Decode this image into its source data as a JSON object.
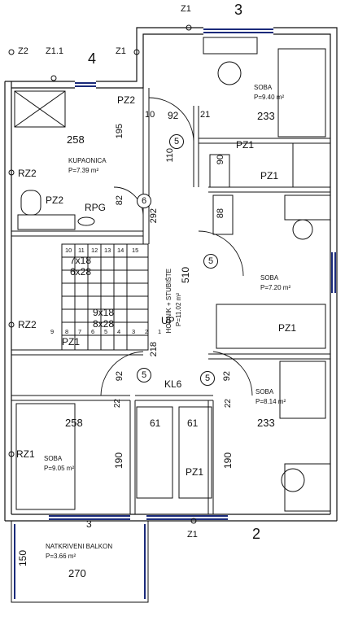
{
  "axes": {
    "top_z1": "Z1",
    "left_z2": "Z2",
    "z11": "Z1.1",
    "z1_mid": "Z1",
    "bottom_z1": "Z1"
  },
  "sections": {
    "top": "3",
    "left": "4",
    "bottom_right": "2",
    "bottom_left": "3"
  },
  "rooms": {
    "kupaonica": {
      "name": "KUPAONICA",
      "area": "P=7.39 m²"
    },
    "soba_top": {
      "name": "SOBA",
      "area": "P=9.40 m²"
    },
    "soba_mid": {
      "name": "SOBA",
      "area": "P=7.20 m²"
    },
    "soba_br": {
      "name": "SOBA",
      "area": "P=8.14 m²"
    },
    "soba_bl": {
      "name": "SOBA",
      "area": "P=9.05 m²"
    },
    "hodnik": {
      "name": "HODNIK + STUBIŠTE",
      "area": "P=11.02 m²"
    },
    "balkon": {
      "name": "NATKRIVENI BALKON",
      "area": "P=3.66 m²"
    }
  },
  "dims": {
    "d258_top": "258",
    "d233_top": "233",
    "d92_a": "92",
    "d10": "10",
    "d21": "21",
    "d195": "195",
    "d110": "110",
    "d90": "90",
    "d82": "82",
    "d292": "292",
    "d88": "88",
    "d510": "510",
    "d218": "218",
    "d92_b": "92",
    "d92_c": "92",
    "d22_l": "22",
    "d22_r": "22",
    "d61_l": "61",
    "d61_r": "61",
    "d258_bot": "258",
    "d233_bot": "233",
    "d190_l": "190",
    "d190_r": "190",
    "d150": "150",
    "d270": "270"
  },
  "tags": {
    "pz2_top": "PZ2",
    "pz2_mid": "PZ2",
    "rpg": "RPG",
    "pz1_a": "PZ1",
    "pz1_b": "PZ1",
    "pz1_c": "PZ1",
    "pz1_d": "PZ1",
    "pz1_e": "PZ1",
    "rz2_a": "RZ2",
    "rz2_b": "RZ2",
    "rz1": "RZ1",
    "kl6": "KL6",
    "up": "UP"
  },
  "door_marks": {
    "m5_top": "5",
    "m6": "6",
    "m5_mid": "5",
    "m5_hall": "5",
    "m5_right": "5"
  },
  "stairs": {
    "top_numbers": [
      "10",
      "11",
      "12",
      "13",
      "14",
      "15"
    ],
    "bottom_numbers": [
      "9",
      "8",
      "7",
      "6",
      "5",
      "4",
      "3",
      "2",
      "1"
    ],
    "top_formula_a": "7x18",
    "top_formula_b": "6x28",
    "bot_formula_a": "9x18",
    "bot_formula_b": "8x28"
  }
}
